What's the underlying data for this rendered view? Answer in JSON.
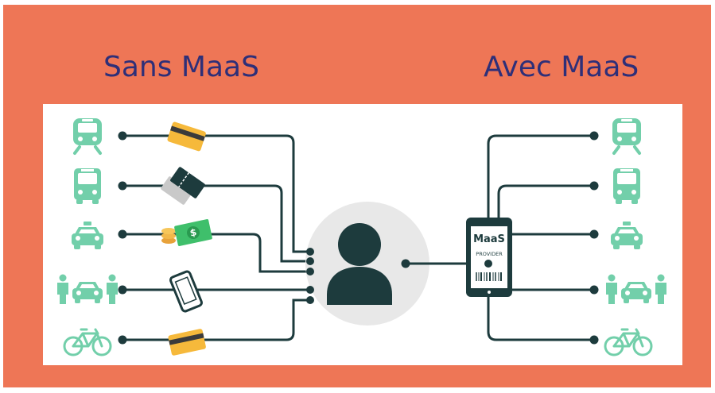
{
  "left_title": "Sans MaaS",
  "right_title": "Avec MaaS",
  "provider_card": {
    "brand": "MaaS",
    "subtitle": "PROVIDER"
  },
  "modes": [
    "train-icon",
    "bus-icon",
    "taxi-icon",
    "car-sharing-icon",
    "bicycle-icon"
  ],
  "payment_items": [
    "credit-card-icon",
    "tickets-icon",
    "cash-icon",
    "smartphone-icon",
    "credit-card-icon"
  ],
  "colors": {
    "background": "#ee7656",
    "title": "#2e2f78",
    "teal_icon": "#72cfaa",
    "line": "#1d3b3d",
    "card": "#f6b93b",
    "cash": "#3fbf6b",
    "user_circle": "#e8e8e8"
  }
}
